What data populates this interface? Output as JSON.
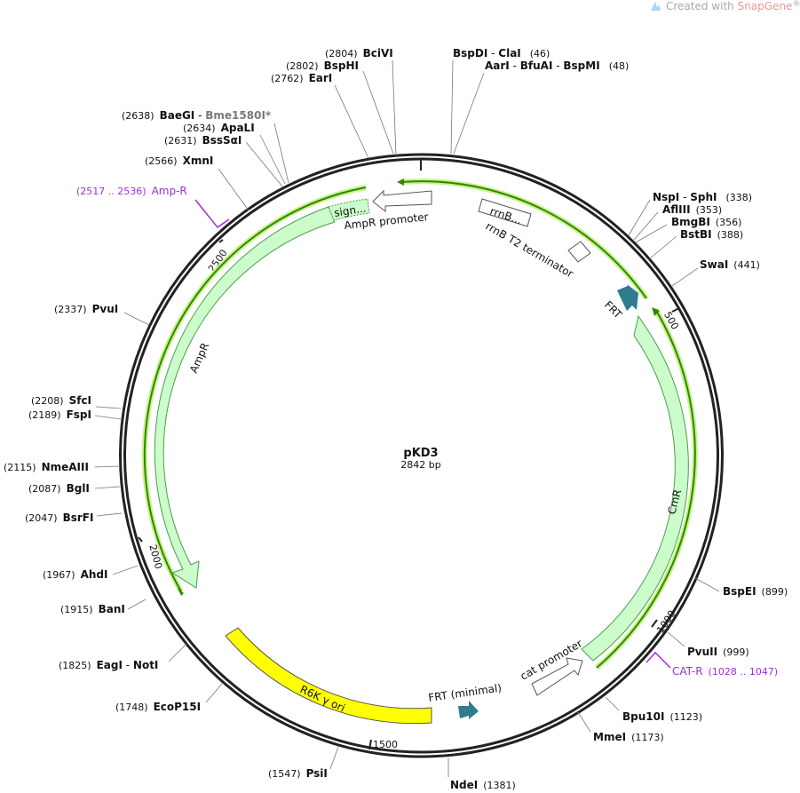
{
  "credit": {
    "prefix": "Created with ",
    "brand": "SnapGene",
    "mark": "®"
  },
  "plasmid": {
    "name": "pKD3",
    "size": "2842 bp"
  },
  "colors": {
    "backbone": "#222222",
    "feature_green": "#ccfccc",
    "feature_green_stroke": "#49a049",
    "ori_yellow": "#ffff00",
    "frt_teal": "#2e7c8e",
    "primer_purple": "#9b30d9",
    "primer_line": "#2a8a00",
    "primer_glow": "#c9f08a"
  },
  "ticks": [
    "500",
    "1000",
    "1500",
    "2000",
    "2500"
  ],
  "sites": {
    "bcivi": {
      "pos": "(2804)",
      "name": "BciVI"
    },
    "bsphi": {
      "pos": "(2802)",
      "name": "BspHI"
    },
    "eari": {
      "pos": "(2762)",
      "name": "EarI"
    },
    "baegi": {
      "pos": "(2638)",
      "name": "BaeGI",
      "sep": " - ",
      "name2": "Bme1580I*"
    },
    "apali": {
      "pos": "(2634)",
      "name": "ApaLI"
    },
    "bsssai": {
      "pos": "(2631)",
      "name": "BssSαI"
    },
    "xmni": {
      "pos": "(2566)",
      "name": "XmnI"
    },
    "pvui": {
      "pos": "(2337)",
      "name": "PvuI"
    },
    "sfci": {
      "pos": "(2208)",
      "name": "SfcI"
    },
    "fspi": {
      "pos": "(2189)",
      "name": "FspI"
    },
    "nmeaiii": {
      "pos": "(2115)",
      "name": "NmeAIII"
    },
    "bgli": {
      "pos": "(2087)",
      "name": "BglI"
    },
    "bsrfi": {
      "pos": "(2047)",
      "name": "BsrFI"
    },
    "ahdi": {
      "pos": "(1967)",
      "name": "AhdI"
    },
    "bani": {
      "pos": "(1915)",
      "name": "BanI"
    },
    "eagi": {
      "pos": "(1825)",
      "name": "EagI",
      "sep": " - ",
      "name2": "NotI"
    },
    "ecop15i": {
      "pos": "(1748)",
      "name": "EcoP15I"
    },
    "psii": {
      "pos": "(1547)",
      "name": "PsiI"
    },
    "ndei": {
      "pos": "(1381)",
      "name": "NdeI"
    },
    "mmei": {
      "pos": "(1173)",
      "name": "MmeI"
    },
    "bpu10i": {
      "pos": "(1123)",
      "name": "Bpu10I"
    },
    "pvuii": {
      "pos": "(999)",
      "name": "PvuII"
    },
    "bspei": {
      "pos": "(899)",
      "name": "BspEI"
    },
    "swai": {
      "pos": "(441)",
      "name": "SwaI"
    },
    "bstbi": {
      "pos": "(388)",
      "name": "BstBI"
    },
    "bmgbi": {
      "pos": "(356)",
      "name": "BmgBI"
    },
    "aflIII": {
      "pos": "(353)",
      "name": "AflIII"
    },
    "nspi": {
      "pos": "(338)",
      "name": "NspI",
      "sep": " - ",
      "name2": "SphI"
    },
    "bspdi": {
      "pos": "(46)",
      "name": "BspDI",
      "sep": " - ",
      "name2": "ClaI"
    },
    "aari": {
      "pos": "(48)",
      "name": "AarI",
      "sep": " - ",
      "name2": "BfuAI",
      "sep2": " - ",
      "name3": "BspMI"
    }
  },
  "primers": {
    "ampr": {
      "range": "(2517 .. 2536)",
      "name": "Amp-R"
    },
    "catr": {
      "name": "CAT-R",
      "range": "(1028 .. 1047)"
    }
  },
  "features": {
    "ampr": "AmpR",
    "ampr_promoter": "AmpR promoter",
    "signal": "sign...",
    "rrnb": "rrnB...",
    "rrnb_t2": "rrnB T2 terminator",
    "frt": "FRT",
    "cmr": "CmR",
    "cat_promoter": "cat promoter",
    "frt_minimal": "FRT (minimal)",
    "r6k": "R6K γ ori"
  }
}
